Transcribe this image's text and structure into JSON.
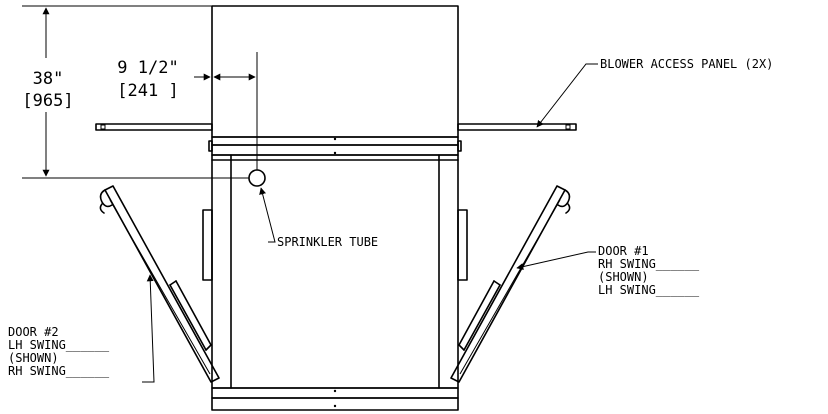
{
  "dimensions": {
    "height_in": "38\"",
    "height_mm": "[965]",
    "offset_in": "9 1/2\"",
    "offset_mm": "[241 ]"
  },
  "labels": {
    "blower_panel": "BLOWER ACCESS PANEL (2X)",
    "sprinkler": "SPRINKLER TUBE",
    "door1": [
      "DOOR #1",
      "RH SWING______",
      "(SHOWN)",
      "LH SWING______"
    ],
    "door2": [
      "DOOR #2",
      "LH SWING______",
      "(SHOWN)",
      "RH SWING______"
    ]
  }
}
